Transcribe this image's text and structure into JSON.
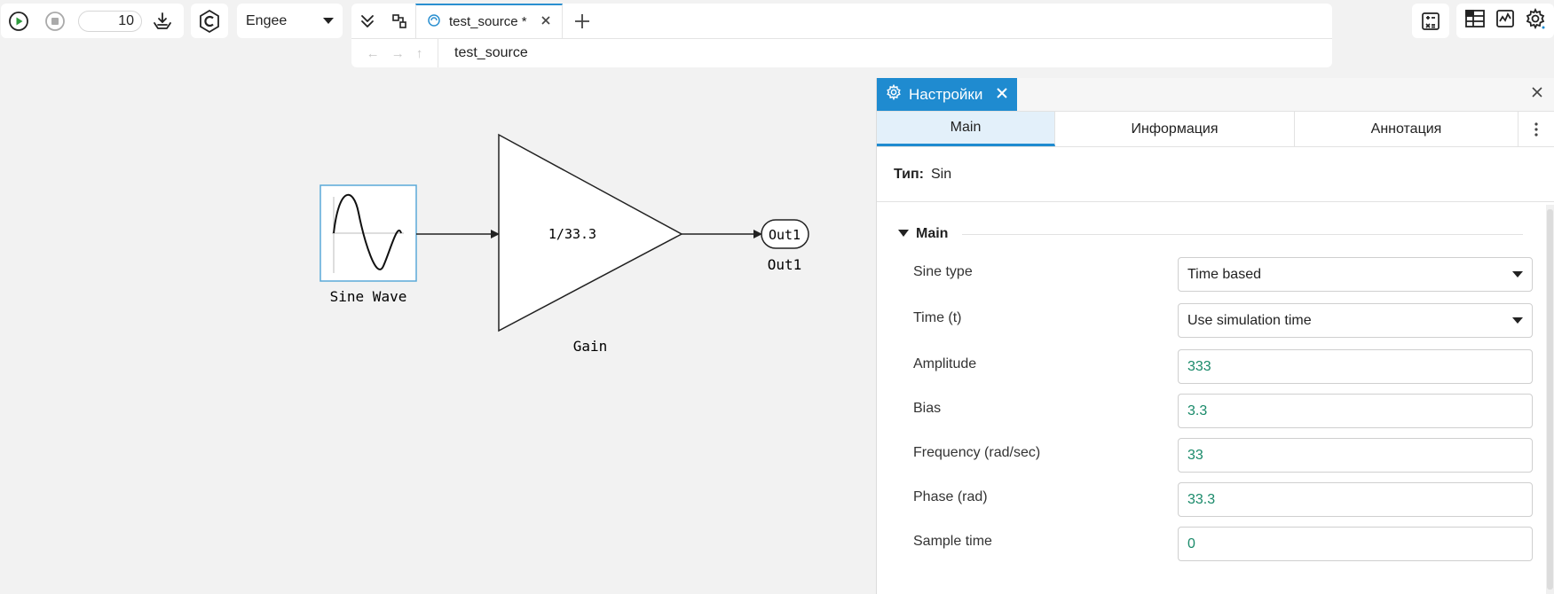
{
  "toolbar": {
    "steps_value": "10",
    "engine": "Engee"
  },
  "editor": {
    "tab_title": "test_source *",
    "breadcrumb": "test_source"
  },
  "diagram": {
    "sine_block_label": "Sine Wave",
    "gain_value": "1/33.3",
    "gain_label": "Gain",
    "outport_text": "Out1",
    "outport_label": "Out1"
  },
  "panel": {
    "title": "Настройки",
    "subtabs": [
      "Main",
      "Информация",
      "Аннотация"
    ],
    "type_label": "Тип:",
    "type_value": "Sin",
    "section": "Main",
    "params": [
      {
        "label": "Sine type",
        "value": "Time based"
      },
      {
        "label": "Time (t)",
        "value": "Use simulation time"
      },
      {
        "label": "Amplitude",
        "value": "333"
      },
      {
        "label": "Bias",
        "value": "3.3"
      },
      {
        "label": "Frequency (rad/sec)",
        "value": "33"
      },
      {
        "label": "Phase (rad)",
        "value": "33.3"
      },
      {
        "label": "Sample time",
        "value": "0"
      }
    ]
  },
  "colors": {
    "accent": "#1f8bd0",
    "run_green": "#2e9b3e",
    "numeric_value": "#1a8a6a"
  },
  "icons": [
    "play-icon",
    "stop-icon",
    "import-icon",
    "c-code-icon",
    "chevron-down-icon",
    "collapse-icon",
    "diagram-link-icon",
    "model-icon",
    "close-icon",
    "plus-icon",
    "back-arrow-icon",
    "forward-arrow-icon",
    "up-arrow-icon",
    "calculator-icon",
    "table-icon",
    "chart-icon",
    "gear-icon",
    "kebab-menu-icon",
    "triangle-down-icon"
  ]
}
